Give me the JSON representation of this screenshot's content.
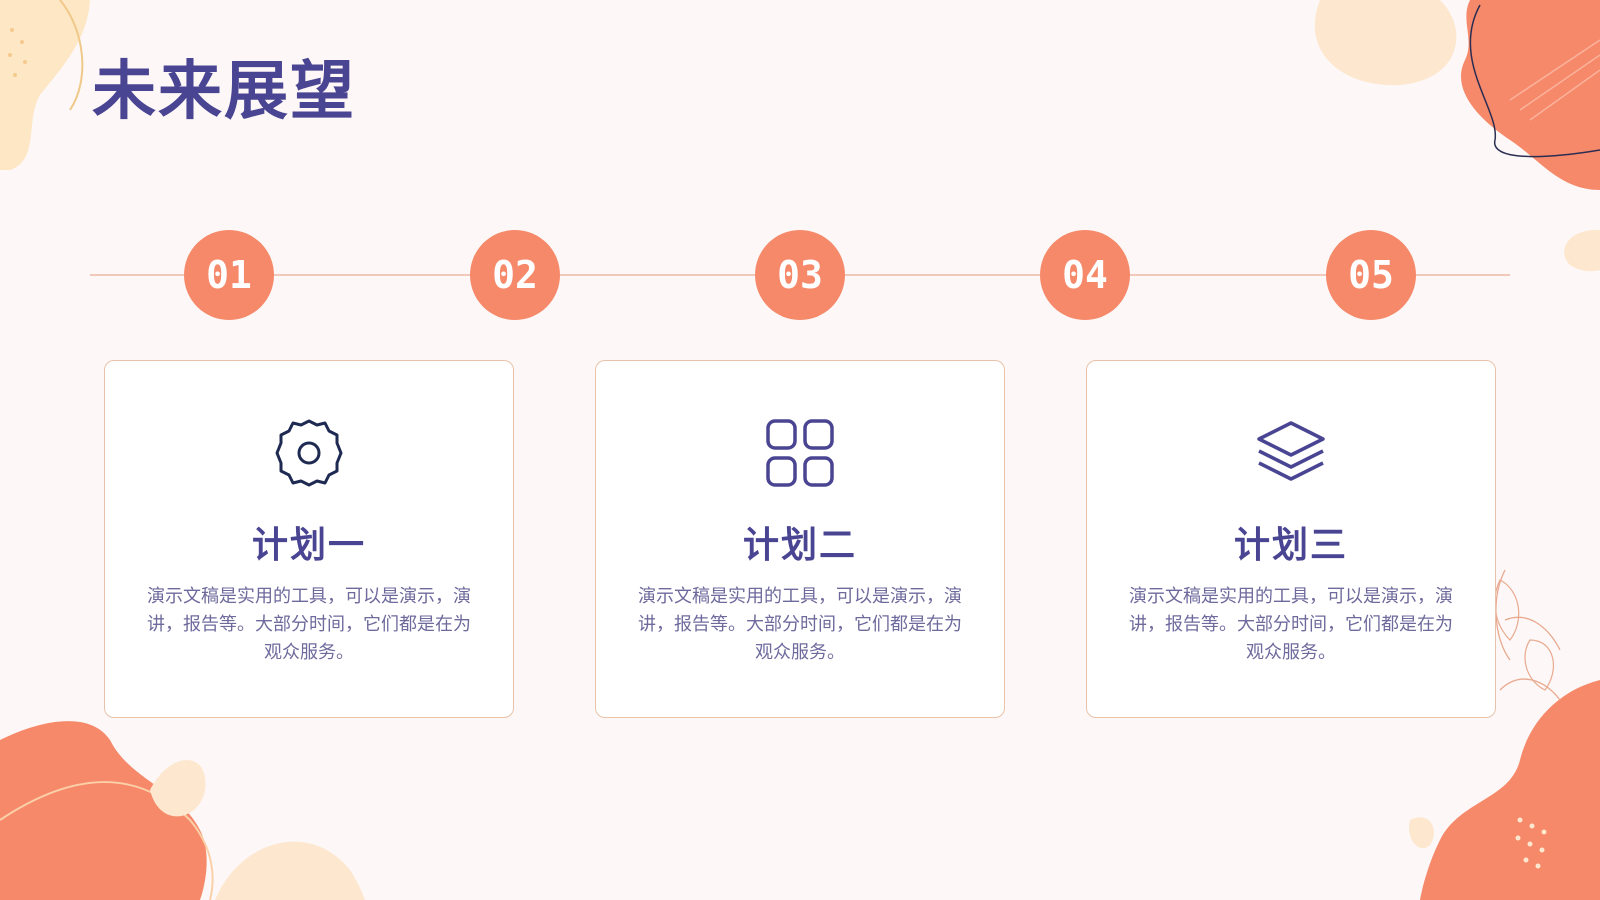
{
  "page": {
    "title": "未来展望"
  },
  "steps": [
    "01",
    "02",
    "03",
    "04",
    "05"
  ],
  "cards": [
    {
      "icon": "gear-icon",
      "title": "计划一",
      "body": "演示文稿是实用的工具，可以是演示，演讲，报告等。大部分时间，它们都是在为观众服务。"
    },
    {
      "icon": "grid-icon",
      "title": "计划二",
      "body": "演示文稿是实用的工具，可以是演示，演讲，报告等。大部分时间，它们都是在为观众服务。"
    },
    {
      "icon": "layers-icon",
      "title": "计划三",
      "body": "演示文稿是实用的工具，可以是演示，演讲，报告等。大部分时间，它们都是在为观众服务。"
    }
  ],
  "colors": {
    "accent": "#f6896a",
    "title": "#4a4592",
    "body": "#6e6a9c",
    "background": "#fdf8f7",
    "card_border": "#e9c2aa"
  }
}
